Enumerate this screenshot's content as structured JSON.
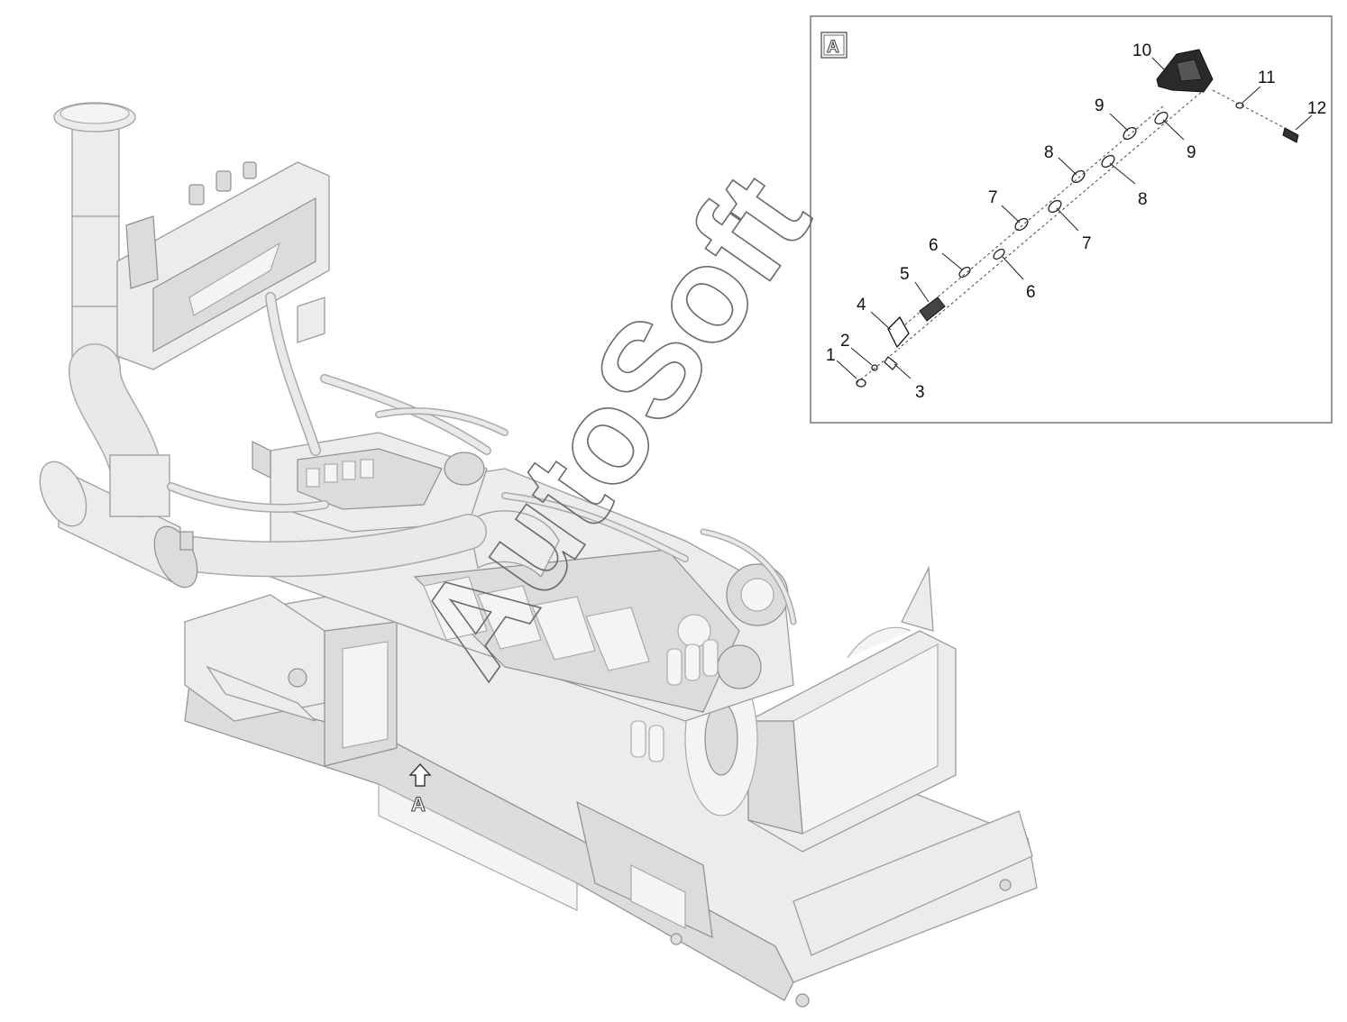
{
  "diagram": {
    "watermark": "AutoSoft",
    "view_marker_letter": "A",
    "inset_view_letter": "A",
    "callouts": [
      {
        "id": "callout-1",
        "number": "1"
      },
      {
        "id": "callout-2",
        "number": "2"
      },
      {
        "id": "callout-3",
        "number": "3"
      },
      {
        "id": "callout-4",
        "number": "4"
      },
      {
        "id": "callout-5",
        "number": "5"
      },
      {
        "id": "callout-6a",
        "number": "6"
      },
      {
        "id": "callout-6b",
        "number": "6"
      },
      {
        "id": "callout-7a",
        "number": "7"
      },
      {
        "id": "callout-7b",
        "number": "7"
      },
      {
        "id": "callout-8a",
        "number": "8"
      },
      {
        "id": "callout-8b",
        "number": "8"
      },
      {
        "id": "callout-9a",
        "number": "9"
      },
      {
        "id": "callout-9b",
        "number": "9"
      },
      {
        "id": "callout-10",
        "number": "10"
      },
      {
        "id": "callout-11",
        "number": "11"
      },
      {
        "id": "callout-12",
        "number": "12"
      }
    ],
    "colors": {
      "line": "#222222",
      "engine_fill": "#ececec",
      "engine_shade": "#dcdcdc",
      "watermark": "#6a6a6a",
      "frame": "#555555"
    }
  }
}
